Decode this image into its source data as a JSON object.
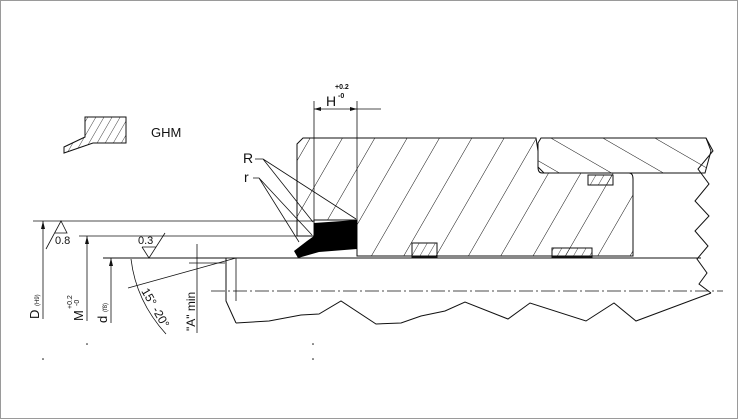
{
  "profile": {
    "name": "GHM"
  },
  "dimensions": {
    "H": {
      "label": "H",
      "tol_upper": "+0.2",
      "tol_lower": "-0"
    },
    "D": {
      "label": "D",
      "fit": "(H9)"
    },
    "M": {
      "label": "M",
      "tol_upper": "+0.2",
      "tol_lower": "-0"
    },
    "d": {
      "label": "d",
      "fit": "(f8)"
    },
    "chamfer_angle": "15° -20°",
    "A": "\"A\" min"
  },
  "radii": {
    "R": "R",
    "r": "r"
  },
  "roughness": {
    "bore": "0.8",
    "rod": "0.3"
  },
  "colors": {
    "line": "#111111",
    "seal": "#000000",
    "background": "#ffffff"
  }
}
